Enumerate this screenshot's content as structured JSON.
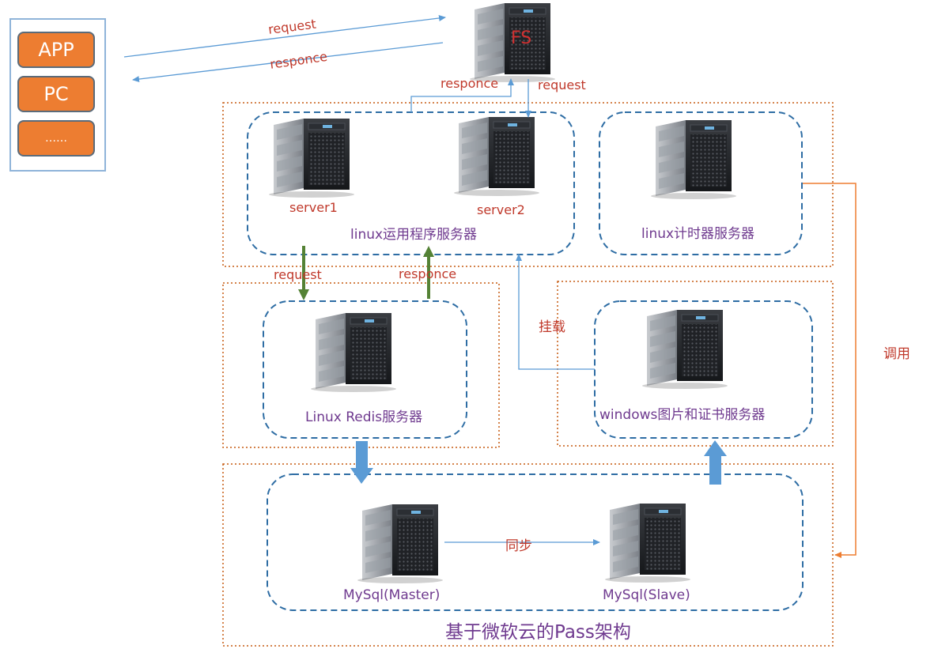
{
  "clients": {
    "items": [
      {
        "label": "APP"
      },
      {
        "label": "PC"
      },
      {
        "label": "……"
      }
    ]
  },
  "fs": {
    "label": "FS"
  },
  "edges": {
    "client_request": "request",
    "client_response": "responce",
    "fs_response": "responce",
    "fs_request": "request",
    "redis_request": "request",
    "redis_response": "responce",
    "mount": "挂载",
    "invoke": "调用",
    "sync": "同步"
  },
  "app_group": {
    "server1": "server1",
    "server2": "server2",
    "title": "linux运用程序服务器"
  },
  "timer": {
    "title": "linux计时器服务器"
  },
  "redis": {
    "title": "Linux Redis服务器"
  },
  "windows": {
    "title": "windows图片和证书服务器"
  },
  "mysql": {
    "master": "MySql(Master)",
    "slave": "MySql(Slave)"
  },
  "architecture_title": "基于微软云的Pass架构",
  "colors": {
    "orange": "#ed7d31",
    "dashed_blue": "#2e6da4",
    "dotted_orange": "#c55a11",
    "green_arrow": "#548235",
    "blue_arrow": "#5b9bd5",
    "label_purple": "#6f3a8f",
    "label_red": "#c0392b"
  }
}
